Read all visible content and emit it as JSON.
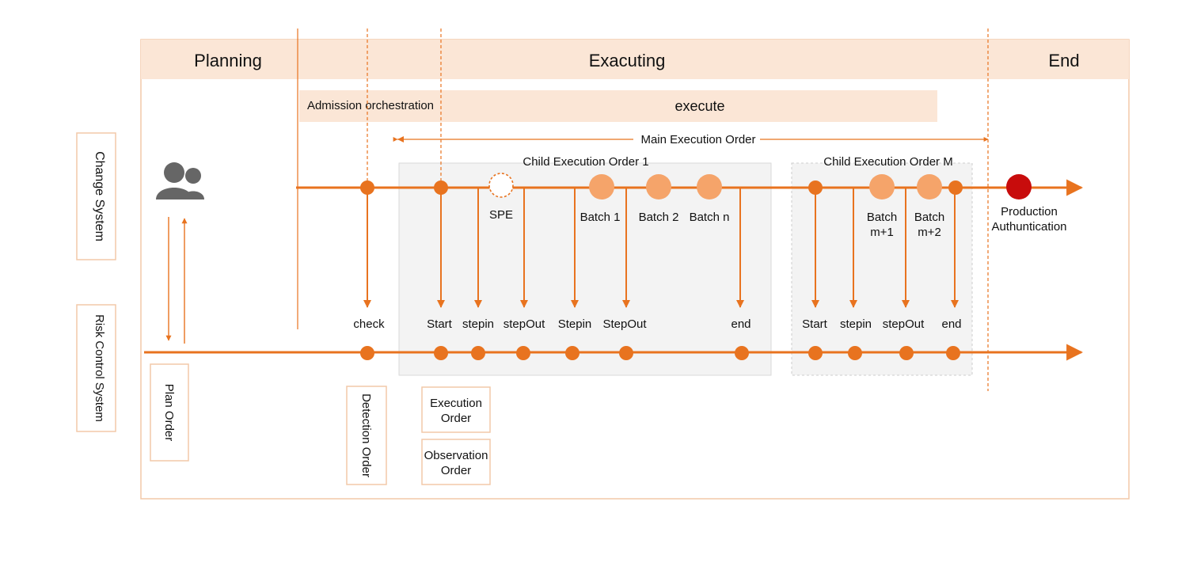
{
  "colors": {
    "accent": "#E8731F",
    "phase_band": "#FBE6D6",
    "panel_border": "#F2C9A9",
    "child_box": "#F3F3F3",
    "batch_fill": "#F5A46A",
    "production": "#C80C0C",
    "person_icon": "#666666"
  },
  "phases": {
    "planning": "Planning",
    "executing": "Exacuting",
    "end": "End"
  },
  "bars": {
    "admission": "Admission orchestration",
    "execute": "execute"
  },
  "main_order": "Main Execution Order",
  "child_orders": {
    "first": "Child Execution Order 1",
    "last": "Child Execution Order M"
  },
  "lanes": {
    "change": "Change System",
    "risk": "Risk Control System"
  },
  "top_labels": {
    "spe": "SPE",
    "batch1": "Batch 1",
    "batch2": "Batch 2",
    "batchn": "Batch n",
    "batchm1": [
      "Batch",
      "m+1"
    ],
    "batchm2": [
      "Batch",
      "m+2"
    ],
    "production": [
      "Production",
      "Authuntication"
    ]
  },
  "bottom_labels": {
    "check": "check",
    "start1": "Start",
    "stepin1": "stepin",
    "stepout1": "stepOut",
    "stepin2": "Stepin",
    "stepout2": "StepOut",
    "end1": "end",
    "start2": "Start",
    "stepin3": "stepin",
    "stepout3": "stepOut",
    "end2": "end"
  },
  "orders": {
    "plan": "Plan Order",
    "detection": "Detection Order",
    "execution": [
      "Execution",
      "Order"
    ],
    "observation": [
      "Observation",
      "Order"
    ]
  },
  "icons": {
    "users": "users-icon"
  }
}
